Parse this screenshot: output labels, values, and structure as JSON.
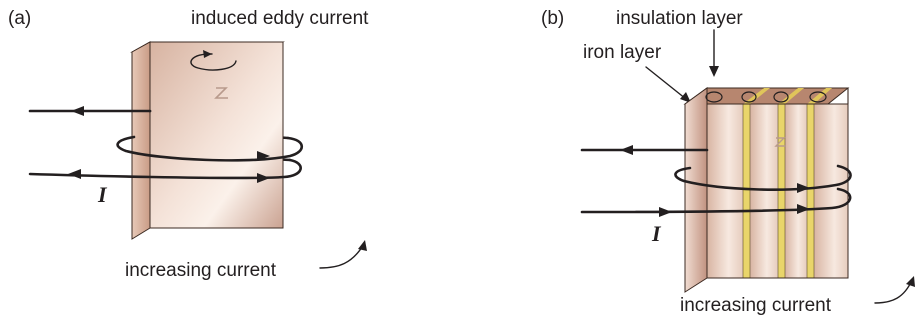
{
  "panel_a": {
    "tag": "(a)",
    "title": "induced eddy current",
    "current_symbol": "I",
    "note": "increasing current"
  },
  "panel_b": {
    "tag": "(b)",
    "insulation_label": "insulation layer",
    "iron_label": "iron layer",
    "current_symbol": "I",
    "note": "increasing current"
  },
  "colors": {
    "front_light": "#f6e6dc",
    "front_dark": "#c9a08b",
    "top": "#b98870",
    "side_dark": "#8e5e48",
    "side_light": "#c89a84",
    "insulation": "#e9d56a",
    "ink": "#231f20"
  }
}
